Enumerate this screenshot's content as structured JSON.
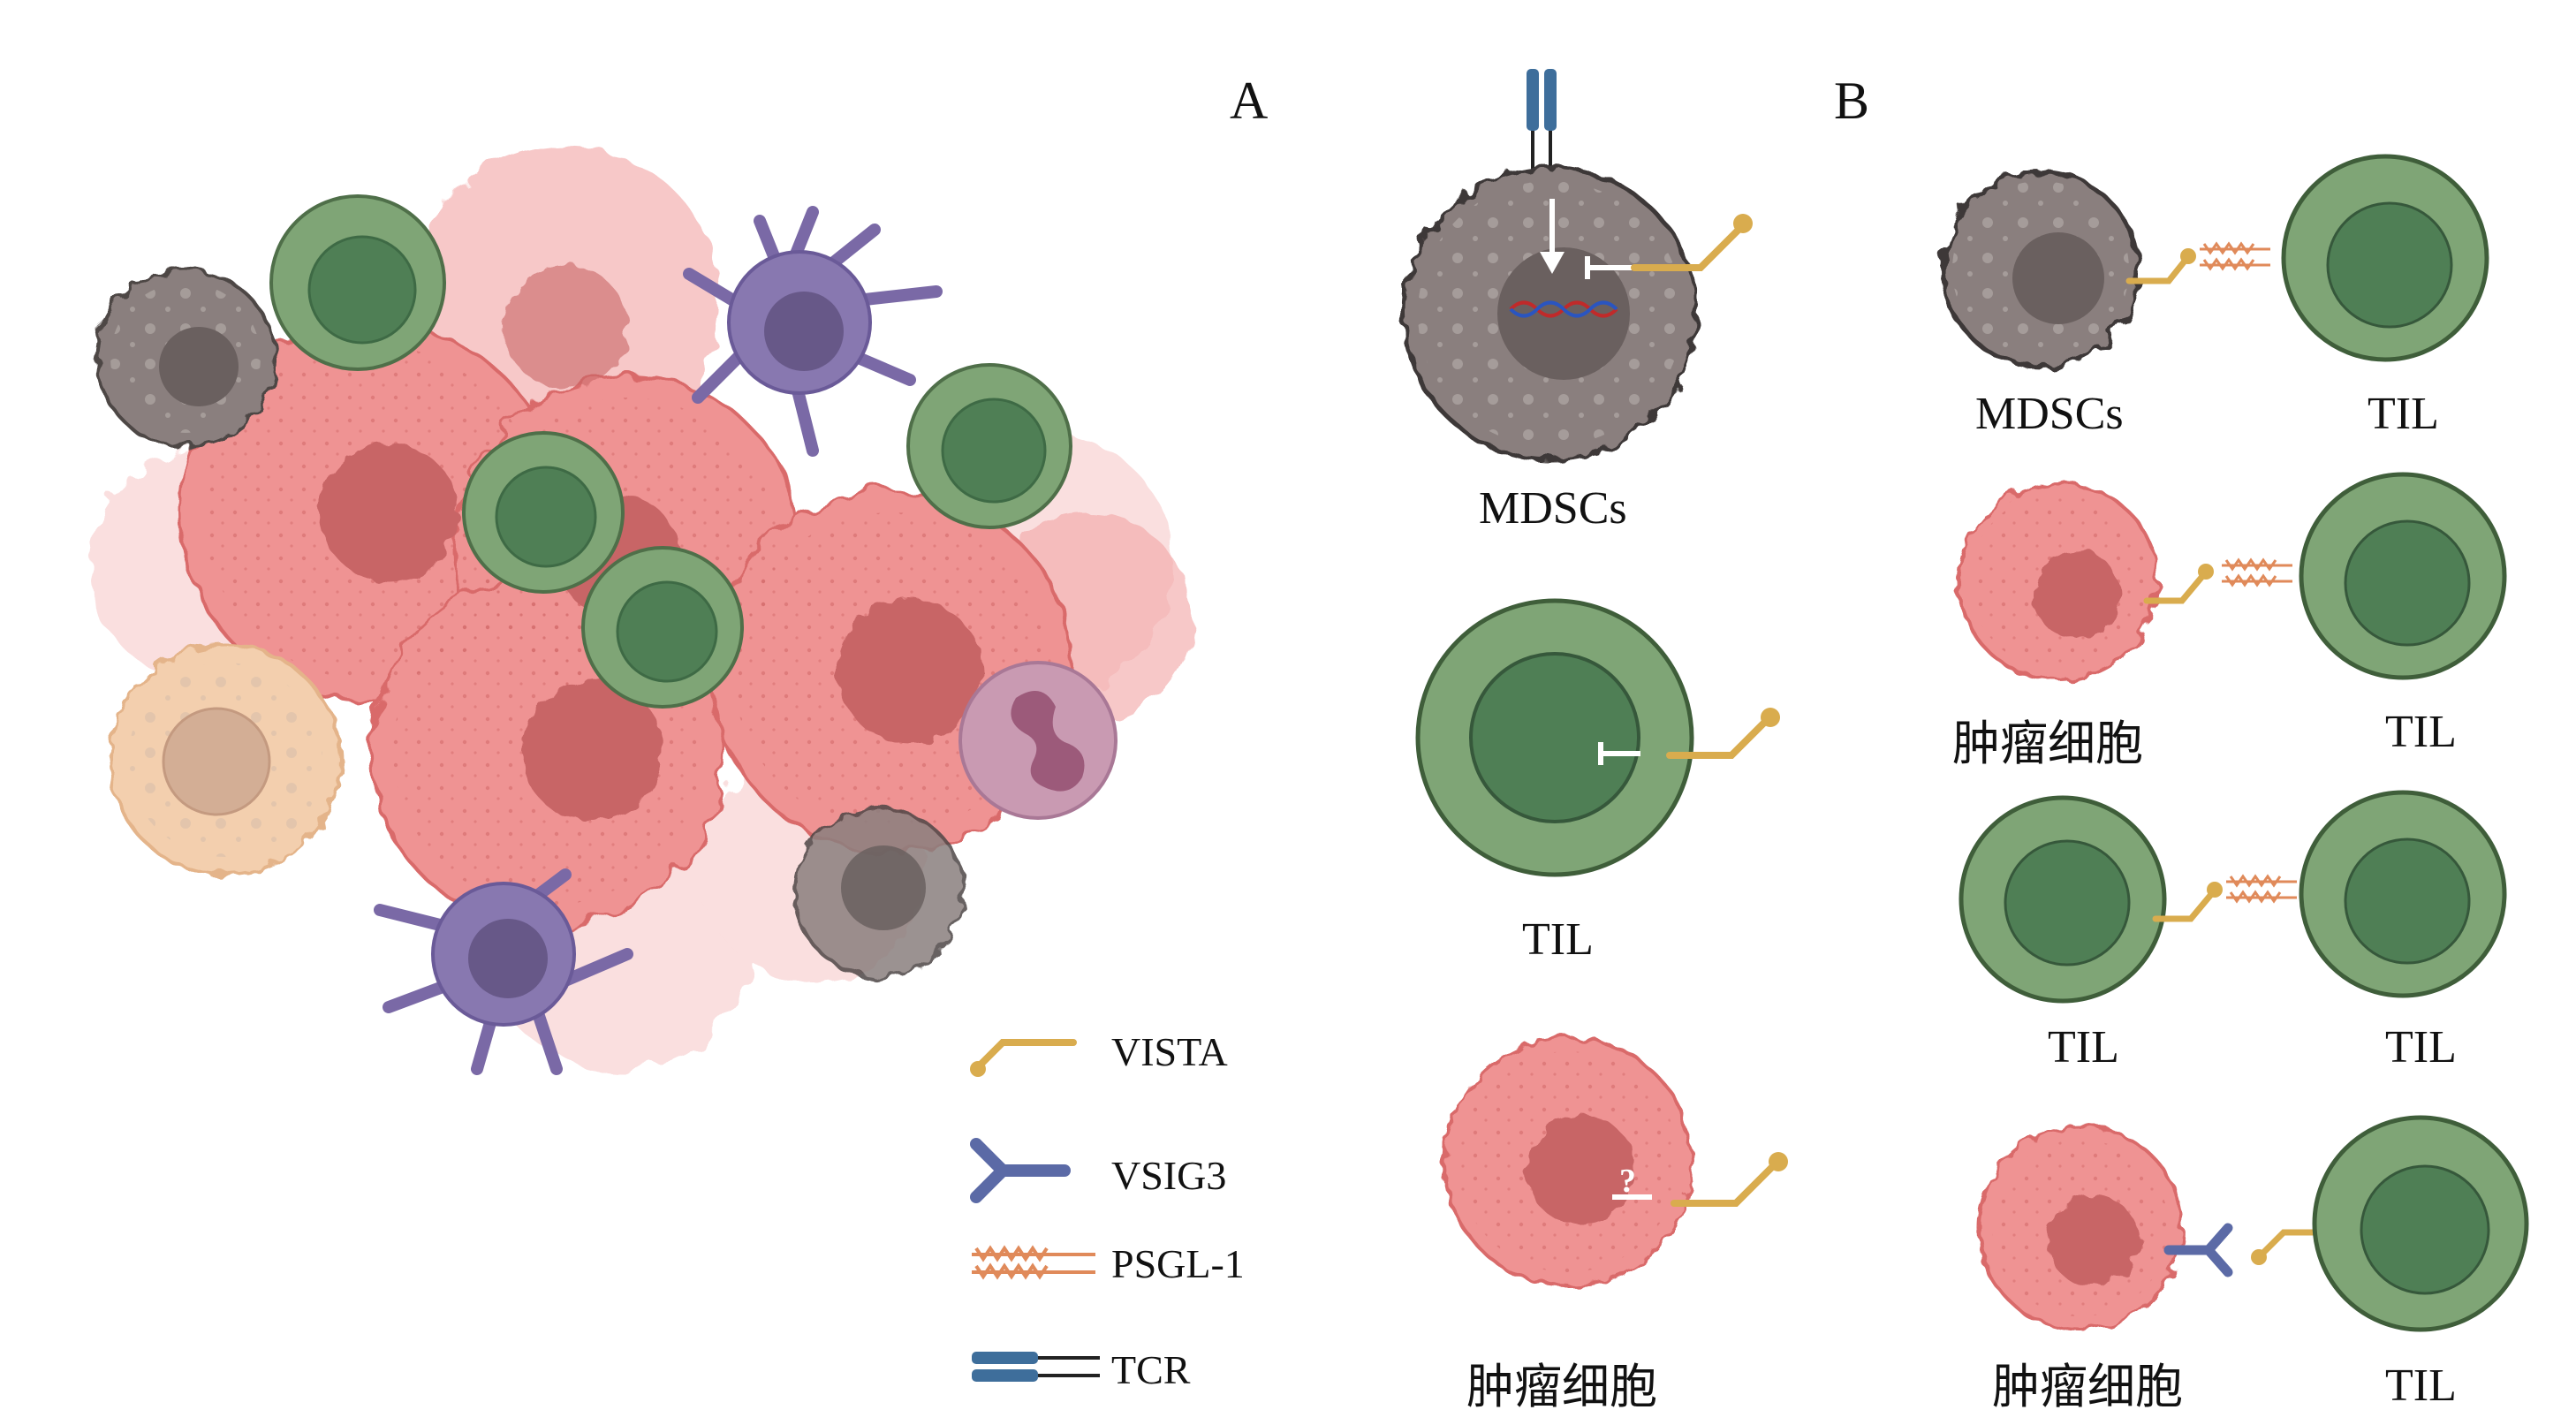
{
  "panels": {
    "a": "A",
    "b": "B"
  },
  "panel_a": {
    "mdsc_label": "MDSCs",
    "til_label": "TIL",
    "tumor_label": "肿瘤细胞",
    "unknown_mark": "?"
  },
  "panel_b": {
    "row1": {
      "left": "MDSCs",
      "right": "TIL"
    },
    "row2": {
      "left": "肿瘤细胞",
      "right": "TIL"
    },
    "row3": {
      "left": "TIL",
      "right": "TIL"
    },
    "row4": {
      "left": "肿瘤细胞",
      "right": "TIL"
    }
  },
  "legend": {
    "vista": "VISTA",
    "vsig3": "VSIG3",
    "psgl1": "PSGL-1",
    "tcr": "TCR"
  },
  "colors": {
    "tumor": "#ee9090",
    "tumor_nucleus": "#c9676a",
    "mdsc": "#8a7f7e",
    "mdsc_nucleus": "#6a605f",
    "til_outer": "#7fa576",
    "til_inner": "#4f7f55",
    "dendritic": "#8878b0",
    "macrophage": "#f3cfae",
    "neutrophil": "#c99ab2",
    "vista": "#d9ac4e",
    "vsig3": "#5b6aa6",
    "psgl1": "#e08a5a",
    "tcr": "#3e6e9b"
  }
}
